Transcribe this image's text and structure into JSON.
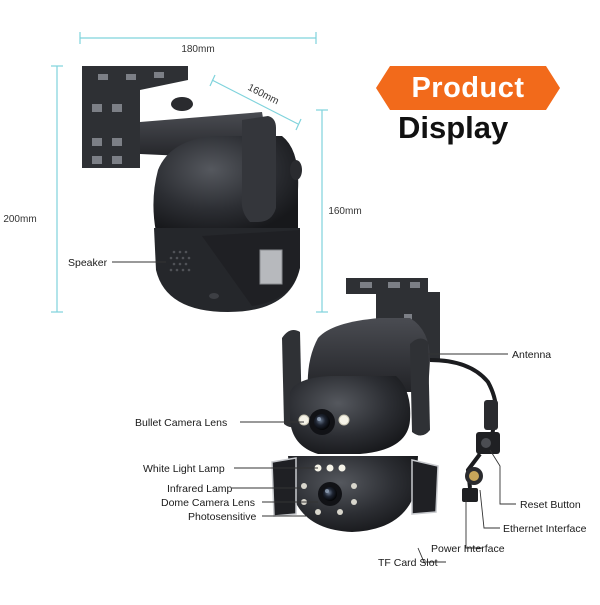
{
  "header": {
    "badge_text": "Product",
    "subtitle": "Display",
    "badge_color": "#f26a1b"
  },
  "dimensions": {
    "width": "180mm",
    "depth": "160mm",
    "height": "200mm",
    "side_height": "160mm"
  },
  "callouts": {
    "speaker": "Speaker",
    "antenna": "Antenna",
    "bullet_camera_lens": "Bullet Camera Lens",
    "white_light_lamp": "White Light Lamp",
    "infrared_lamp": "Infrared Lamp",
    "dome_camera_lens": "Dome Camera Lens",
    "photosensitive": "Photosensitive",
    "reset_button": "Reset Button",
    "ethernet_interface": "Ethernet Interface",
    "power_interface": "Power Interface",
    "tf_card_slot": "TF Card Slot"
  },
  "colors": {
    "dimension_line": "#7fd3dc",
    "camera_body": "#2b2d31",
    "accent": "#f26a1b"
  }
}
